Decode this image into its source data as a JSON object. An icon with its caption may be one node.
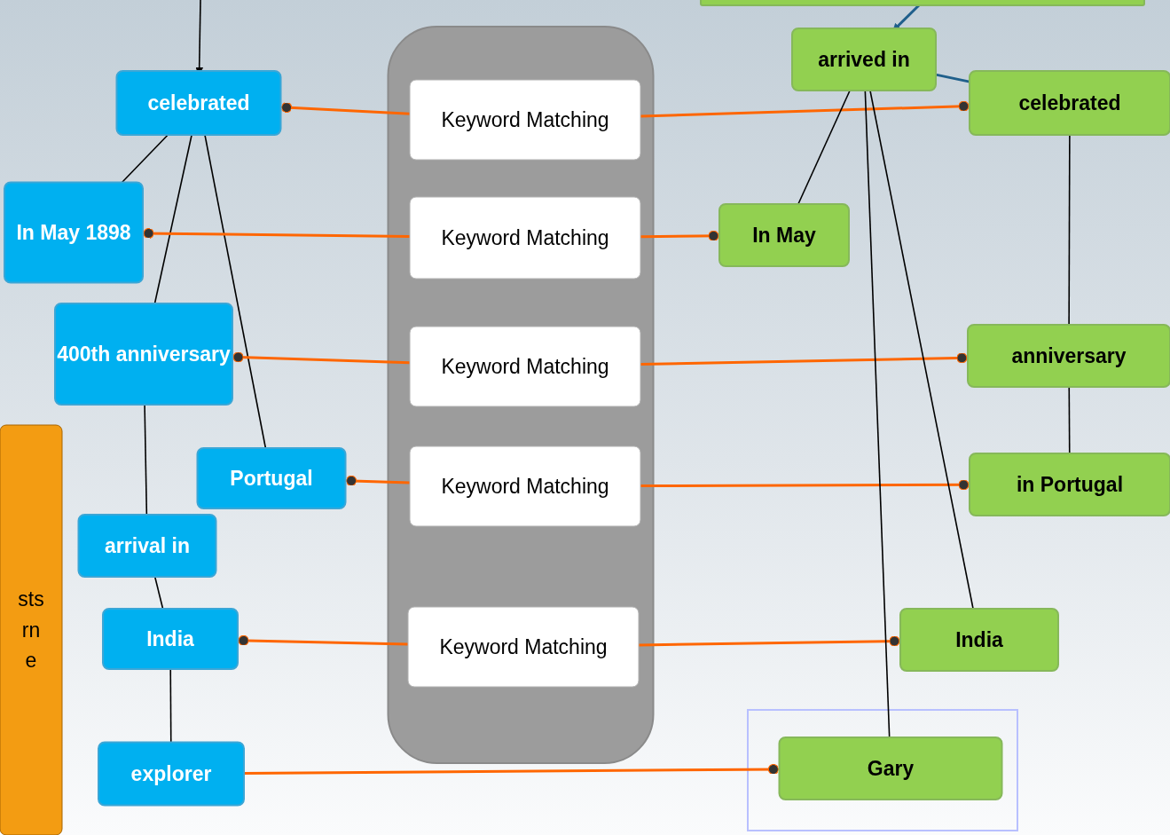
{
  "diagram": {
    "nodes": [
      {
        "text": [
          "celebrated"
        ]
      },
      {
        "text": [
          "In May 1898"
        ]
      },
      {
        "text": [
          "400th anniversary"
        ]
      },
      {
        "text": [
          "Portugal"
        ]
      },
      {
        "text": [
          "arrival in"
        ]
      },
      {
        "text": [
          "India"
        ]
      },
      {
        "text": [
          "explorer"
        ]
      },
      {
        "text": [],
        "shape": "box"
      },
      {
        "text": [
          "Keyword Matching"
        ],
        "in": 7
      },
      {
        "text": [
          "Keyword Matching"
        ],
        "in": 7
      },
      {
        "text": [
          "Keyword Matching"
        ],
        "in": 7
      },
      {
        "text": [
          "Keyword Matching"
        ],
        "in": 7
      },
      {
        "text": [
          "Keyword Matching"
        ],
        "in": 7
      },
      {
        "text": [],
        "shape": "box"
      },
      {
        "text": [
          "arrived in"
        ]
      },
      {
        "text": [
          "celebrated"
        ]
      },
      {
        "text": [
          "In May"
        ]
      },
      {
        "text": [
          "anniversary"
        ]
      },
      {
        "text": [
          "in Portugal"
        ]
      },
      {
        "text": [
          "India"
        ]
      },
      {
        "text": [],
        "shape": "box"
      },
      {
        "text": [
          "Gary"
        ],
        "in": 20
      },
      {
        "text": [
          "sts",
          "rn",
          "e"
        ]
      }
    ],
    "edges": [
      {
        "from": null,
        "to": 0,
        "arrow": "to"
      },
      {
        "from": 0,
        "to": 1,
        "arrow": "none"
      },
      {
        "from": 0,
        "to": 2,
        "arrow": "none"
      },
      {
        "from": 0,
        "to": 3,
        "arrow": "none"
      },
      {
        "from": 2,
        "to": 4,
        "arrow": "none"
      },
      {
        "from": 4,
        "to": 5,
        "arrow": "none"
      },
      {
        "from": 5,
        "to": 6,
        "arrow": "none"
      },
      {
        "from": 8,
        "to": 0,
        "arrow": "other",
        "color": "#ff6600"
      },
      {
        "from": 8,
        "to": 15,
        "arrow": "other",
        "color": "#ff6600"
      },
      {
        "from": 9,
        "to": 1,
        "arrow": "other",
        "color": "#ff6600"
      },
      {
        "from": 9,
        "to": 16,
        "arrow": "other",
        "color": "#ff6600"
      },
      {
        "from": 10,
        "to": 2,
        "arrow": "other",
        "color": "#ff6600"
      },
      {
        "from": 10,
        "to": 17,
        "arrow": "other",
        "color": "#ff6600"
      },
      {
        "from": 11,
        "to": 3,
        "arrow": "other",
        "color": "#ff6600"
      },
      {
        "from": 11,
        "to": 18,
        "arrow": "other",
        "color": "#ff6600"
      },
      {
        "from": 12,
        "to": 5,
        "arrow": "other",
        "color": "#ff6600"
      },
      {
        "from": 12,
        "to": 19,
        "arrow": "other",
        "color": "#ff6600"
      },
      {
        "from": 6,
        "to": 21,
        "arrow": "other",
        "color": "#ff6600"
      },
      {
        "from": 13,
        "to": 14,
        "arrow": "to",
        "color": "#1f5f8b"
      },
      {
        "from": 14,
        "to": 15,
        "arrow": "none",
        "color": "#1f5f8b"
      },
      {
        "from": 14,
        "to": 16,
        "arrow": "none"
      },
      {
        "from": 14,
        "to": 21,
        "arrow": "none"
      },
      {
        "from": 14,
        "to": 19,
        "arrow": "none"
      },
      {
        "from": 15,
        "to": 17,
        "arrow": "none"
      },
      {
        "from": 17,
        "to": 18,
        "arrow": "none"
      }
    ]
  }
}
